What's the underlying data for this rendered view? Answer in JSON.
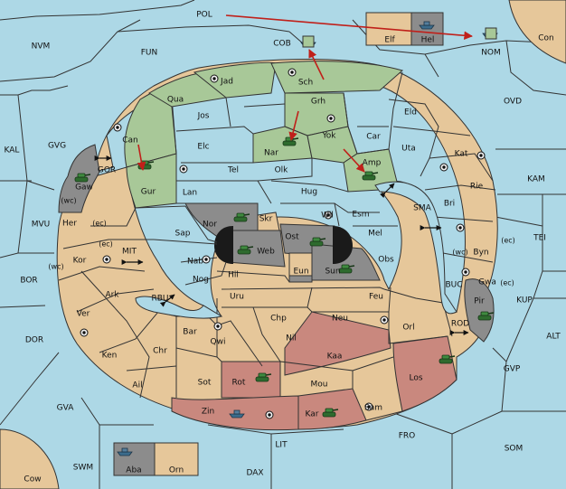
{
  "colors": {
    "sea": "#add8e6",
    "land": "#e6c79a",
    "green": "#a8c898",
    "gray": "#8c8c8c",
    "red": "#c9887e",
    "dark": "#1a1a1a",
    "arrow": "#c0201a"
  },
  "labels": {
    "POL": "POL",
    "NVM": "NVM",
    "FUN": "FUN",
    "COB": "COB",
    "Elf": "Elf",
    "Hel": "Hel",
    "Con": "Con",
    "NOM": "NOM",
    "OVD": "OVD",
    "KAL": "KAL",
    "GVG": "GVG",
    "GOR": "GOR",
    "Gaw": "Gaw",
    "wc1": "(wc)",
    "Her": "Her",
    "ec1": "(ec)",
    "MVU": "MVU",
    "MIT": "MIT",
    "ec2": "(ec)",
    "Kor": "Kor",
    "wc2": "(wc)",
    "BOR": "BOR",
    "Ark": "Ark",
    "RBU": "RBU",
    "Ver": "Ver",
    "DOR": "DOR",
    "Ken": "Ken",
    "Chr": "Chr",
    "Ail": "Ail",
    "GVA": "GVA",
    "SWM": "SWM",
    "Aba": "Aba",
    "Orn": "Orn",
    "LIT": "LIT",
    "DAX": "DAX",
    "Cow": "Cow",
    "FRO": "FRO",
    "SOM": "SOM",
    "GVP": "GVP",
    "ALT": "ALT",
    "KUP": "KUP",
    "TEI": "TEI",
    "KAM": "KAM",
    "BUC": "BUC",
    "ROD": "ROD",
    "SMA": "SMA",
    "Jad": "Jad",
    "Sch": "Sch",
    "Qua": "Qua",
    "Jos": "Jos",
    "Grh": "Grh",
    "Eld": "Eld",
    "Can": "Can",
    "Elc": "Elc",
    "Nar": "Nar",
    "Yok": "Yok",
    "Car": "Car",
    "Uta": "Uta",
    "Kat": "Kat",
    "Tel": "Tel",
    "Olk": "Olk",
    "Amp": "Amp",
    "Gur": "Gur",
    "Lan": "Lan",
    "Hug": "Hug",
    "Rie": "Rie",
    "Bri": "Bri",
    "Nor": "Nor",
    "Skr": "Skr",
    "Wil": "Wil",
    "Esm": "Esm",
    "Sap": "Sap",
    "Web": "Web",
    "Ost": "Ost",
    "Mel": "Mel",
    "wc3": "(wc)",
    "Byn": "Byn",
    "ec3": "(ec)",
    "Nab": "Nab",
    "Eun": "Eun",
    "Obs": "Obs",
    "Hil": "Hil",
    "Sun": "Sun",
    "Gwa": "Gwa",
    "ec4": "(ec)",
    "Nog": "Nog",
    "Uru": "Uru",
    "Feu": "Feu",
    "Pir": "Pir",
    "Chp": "Chp",
    "Neu": "Neu",
    "Bar": "Bar",
    "Orl": "Orl",
    "Qwi": "Qwi",
    "Nil": "Nil",
    "Kaa": "Kaa",
    "Rot": "Rot",
    "Los": "Los",
    "Sot": "Sot",
    "Mou": "Mou",
    "Zin": "Zin",
    "Kar": "Kar",
    "Sam": "Sam"
  }
}
